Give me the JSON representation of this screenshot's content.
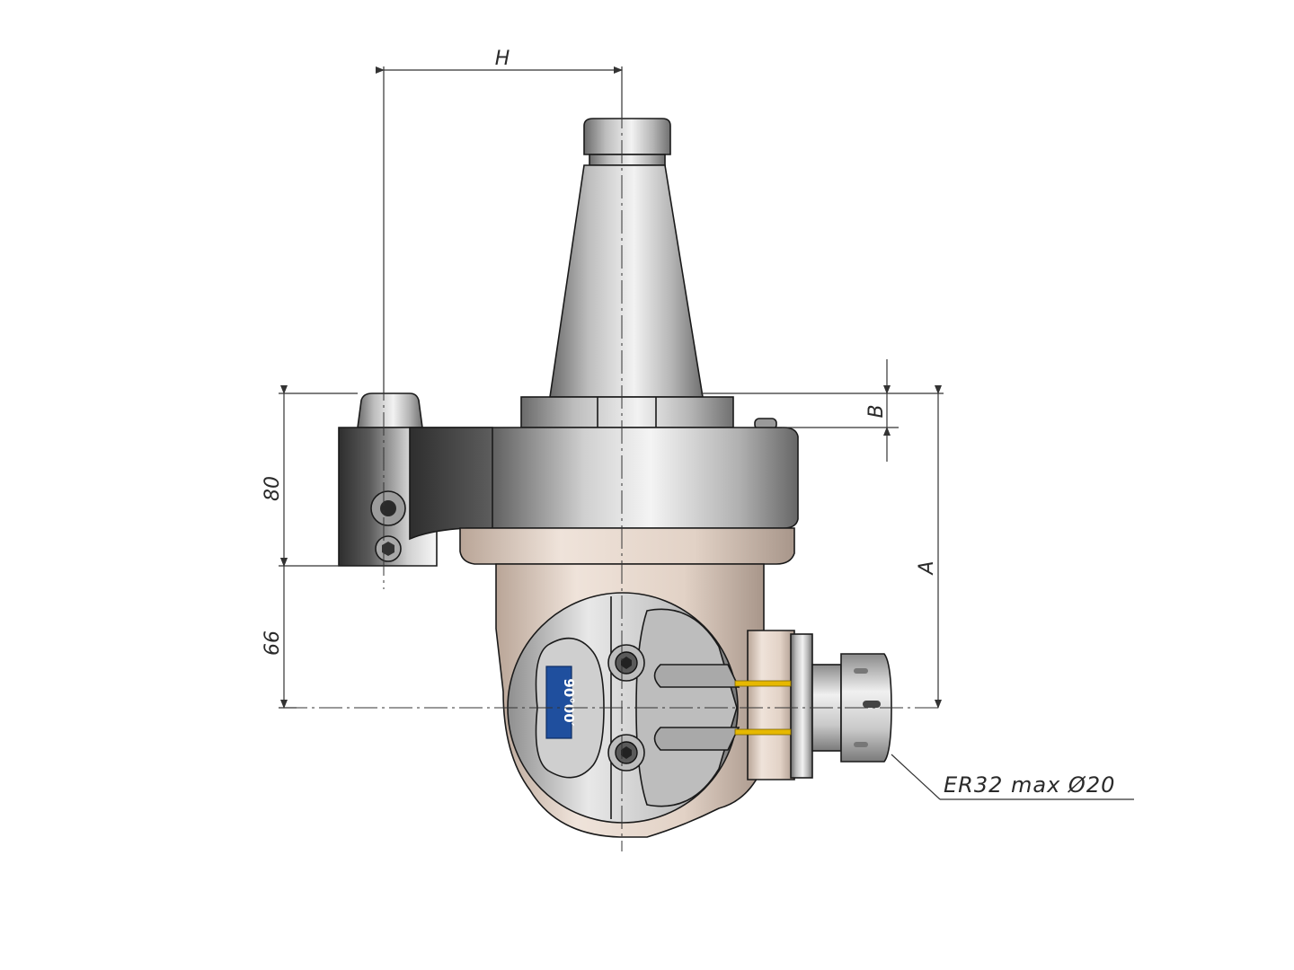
{
  "dimensions": {
    "H": "H",
    "B": "B",
    "A": "A",
    "d80": "80",
    "d66": "66"
  },
  "callout": {
    "collet": "ER32 max Ø20"
  },
  "angle_label": "90°00′",
  "colors": {
    "steel_light": "#e8e8e8",
    "steel_mid": "#a8a8a8",
    "steel_dark": "#5c5c5c",
    "body_beige": "#d9c8bc",
    "block_dark": "#3a3a3a",
    "label_blue": "#1f4f9e",
    "coolant_yellow": "#e6b800",
    "line": "#222222"
  }
}
